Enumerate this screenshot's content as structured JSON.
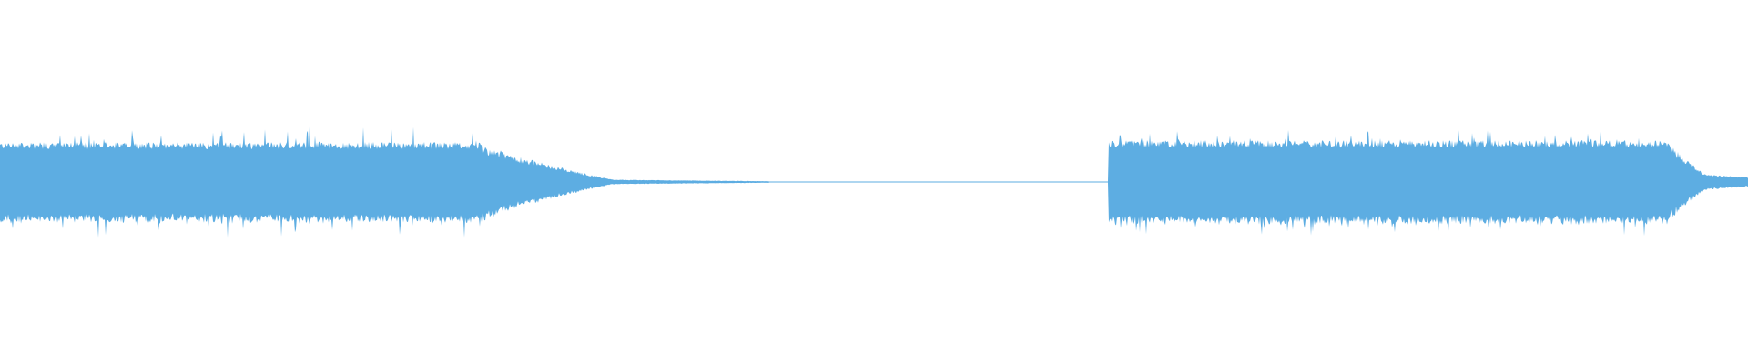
{
  "waveform": {
    "color": "#5dade2",
    "background": "#ffffff",
    "segments": [
      {
        "kind": "loud",
        "from": 0.0,
        "to": 0.275,
        "amp": 0.11,
        "peak": 0.155
      },
      {
        "kind": "decay",
        "from": 0.275,
        "to": 0.35,
        "amp_start": 0.095,
        "amp_end": 0.006
      },
      {
        "kind": "tail",
        "from": 0.35,
        "to": 0.44,
        "amp_start": 0.006,
        "amp_end": 0.002
      },
      {
        "kind": "silence",
        "from": 0.44,
        "to": 0.634,
        "amp": 0.0012
      },
      {
        "kind": "loud",
        "from": 0.634,
        "to": 0.955,
        "amp": 0.115,
        "peak": 0.15
      },
      {
        "kind": "decay",
        "from": 0.955,
        "to": 0.975,
        "amp_start": 0.1,
        "amp_end": 0.02
      },
      {
        "kind": "tail",
        "from": 0.975,
        "to": 1.0,
        "amp_start": 0.02,
        "amp_end": 0.012
      }
    ]
  }
}
